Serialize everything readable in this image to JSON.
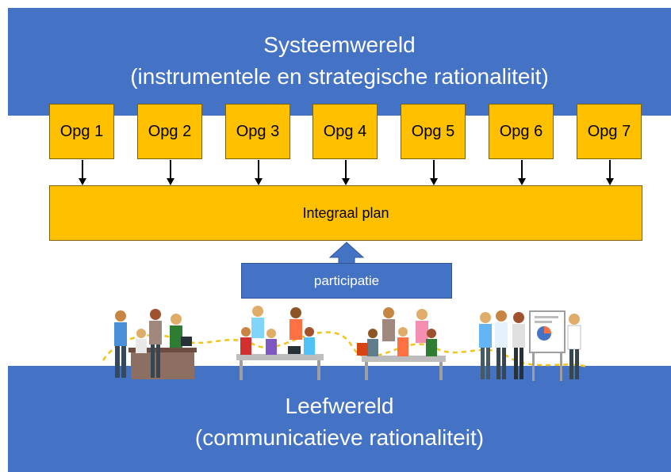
{
  "systeemwereld": {
    "title": "Systeemwereld",
    "subtitle": "(instrumentele en strategische rationaliteit)"
  },
  "opgaven": [
    "Opg 1",
    "Opg 2",
    "Opg 3",
    "Opg 4",
    "Opg 5",
    "Opg 6",
    "Opg 7"
  ],
  "integraal_plan": "Integraal plan",
  "participatie": "participatie",
  "leefwereld": {
    "title": "Leefwereld",
    "subtitle": "(communicatieve rationaliteit)"
  },
  "colors": {
    "blue": "#4472c4",
    "gold": "#ffc000",
    "arrow": "#000000",
    "dotted_line": "#f2c31b"
  },
  "illustration": "people-groups-collaborating"
}
